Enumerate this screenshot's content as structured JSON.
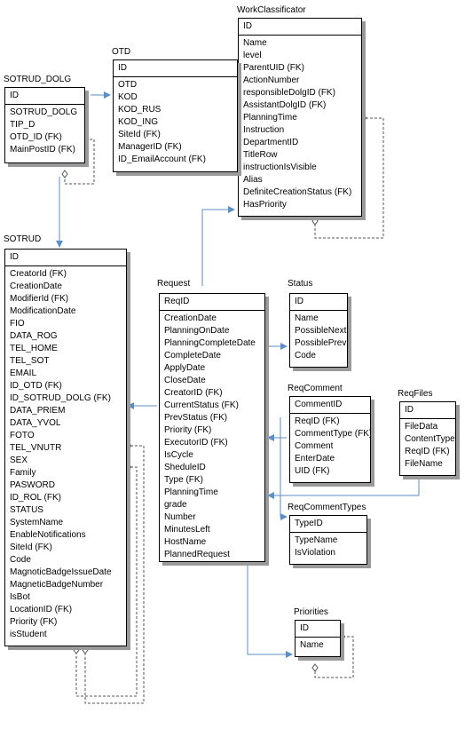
{
  "entities": [
    {
      "key": "workclassificator",
      "title": "WorkClassificator",
      "pk": "ID",
      "fields": [
        "Name",
        "level",
        "ParentUID (FK)",
        "ActionNumber",
        "responsibleDolgID (FK)",
        "AssistantDolgID (FK)",
        "PlanningTime",
        "Instruction",
        "DepartmentID",
        "TitleRow",
        "instructionIsVisible",
        "Alias",
        "DefiniteCreationStatus (FK)",
        "HasPriority"
      ]
    },
    {
      "key": "otd",
      "title": "OTD",
      "pk": "ID",
      "fields": [
        "OTD",
        "KOD",
        "KOD_RUS",
        "KOD_ING",
        "SiteId (FK)",
        "ManagerID (FK)",
        "ID_EmailAccount (FK)"
      ]
    },
    {
      "key": "sotrud-dolg",
      "title": "SOTRUD_DOLG",
      "pk": "ID",
      "fields": [
        "SOTRUD_DOLG",
        "TIP_D",
        "OTD_ID (FK)",
        "MainPostID (FK)"
      ]
    },
    {
      "key": "sotrud",
      "title": "SOTRUD",
      "pk": "ID",
      "fields": [
        "CreatorId (FK)",
        "CreationDate",
        "ModifierId (FK)",
        "ModificationDate",
        "FIO",
        "DATA_ROG",
        "TEL_HOME",
        "TEL_SOT",
        "EMAIL",
        "ID_OTD (FK)",
        "ID_SOTRUD_DOLG (FK)",
        "DATA_PRIEM",
        "DATA_YVOL",
        "FOTO",
        "TEL_VNUTR",
        "SEX",
        "Family",
        "PASWORD",
        "ID_ROL (FK)",
        "STATUS",
        "SystemName",
        "EnableNotifications",
        "SiteId (FK)",
        "Code",
        "MagnoticBadgeIssueDate",
        "MagneticBadgeNumber",
        "IsBot",
        "LocationID (FK)",
        "Priority (FK)",
        "isStudent"
      ]
    },
    {
      "key": "request",
      "title": "Request",
      "pk": "ReqID",
      "fields": [
        "CreationDate",
        "PlanningOnDate",
        "PlanningCompleteDate",
        "CompleteDate",
        "ApplyDate",
        "CloseDate",
        "CreatorID (FK)",
        "CurrentStatus (FK)",
        "PrevStatus (FK)",
        "Priority (FK)",
        "ExecutorID (FK)",
        "IsCycle",
        "SheduleID",
        "Type (FK)",
        "PlanningTime",
        "grade",
        "Number",
        "MinutesLeft",
        "HostName",
        "PlannedRequest"
      ]
    },
    {
      "key": "status",
      "title": "Status",
      "pk": "ID",
      "fields": [
        "Name",
        "PossibleNext",
        "PossiblePrev",
        "Code"
      ]
    },
    {
      "key": "reqcomment",
      "title": "ReqComment",
      "pk": "CommentID",
      "fields": [
        "ReqID (FK)",
        "CommentType (FK)",
        "Comment",
        "EnterDate",
        "UID (FK)"
      ]
    },
    {
      "key": "reqfiles",
      "title": "ReqFiles",
      "pk": "ID",
      "fields": [
        "FileData",
        "ContentType",
        "ReqID (FK)",
        "FileName"
      ]
    },
    {
      "key": "reqcommenttypes",
      "title": "ReqCommentTypes",
      "pk": "TypeID",
      "fields": [
        "TypeName",
        "IsViolation"
      ]
    },
    {
      "key": "priorities",
      "title": "Priorities",
      "pk": "ID",
      "fields": [
        "Name"
      ]
    }
  ],
  "colors": {
    "relation": "#5b8fc7",
    "border": "#000000",
    "shadow": "#9a9a9a",
    "selfref": "#555555"
  }
}
